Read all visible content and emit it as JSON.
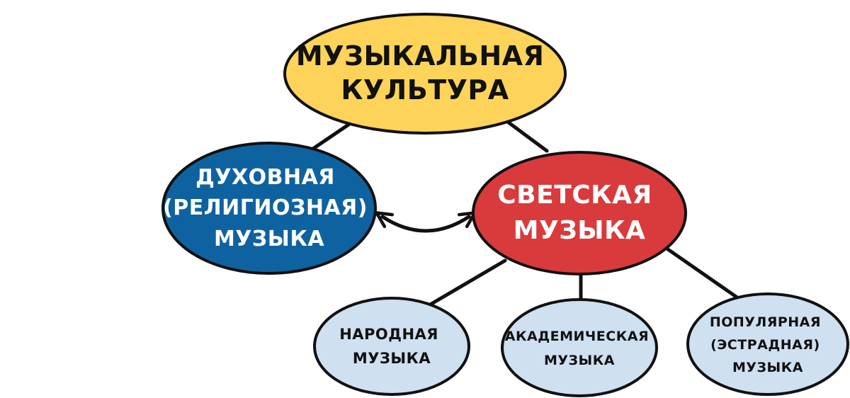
{
  "nodes": {
    "root": {
      "lines": [
        "МУЗЫКАЛЬНАЯ",
        "КУЛЬТУРА"
      ],
      "fill": "#FDD35A",
      "text_color": "#111111"
    },
    "sacred": {
      "lines": [
        "ДУХОВНАЯ",
        "(РЕЛИГИОЗНАЯ)",
        "МУЗЫКА"
      ],
      "fill": "#0F62A0",
      "text_color": "#FFFFFF"
    },
    "secular": {
      "lines": [
        "СВЕТСКАЯ",
        "МУЗЫКА"
      ],
      "fill": "#D93A3C",
      "text_color": "#FFFFFF"
    },
    "folk": {
      "lines": [
        "НАРОДНАЯ",
        "МУЗЫКА"
      ],
      "fill": "#CFE0F0",
      "text_color": "#111111"
    },
    "academic": {
      "lines": [
        "АКАДЕМИЧЕСКАЯ",
        "МУЗЫКА"
      ],
      "fill": "#CFE0F0",
      "text_color": "#111111"
    },
    "popular": {
      "lines": [
        "ПОПУЛЯРНАЯ",
        "(ЭСТРАДНАЯ)",
        "МУЗЫКА"
      ],
      "fill": "#CFE0F0",
      "text_color": "#111111"
    }
  },
  "stroke_color": "#111111"
}
